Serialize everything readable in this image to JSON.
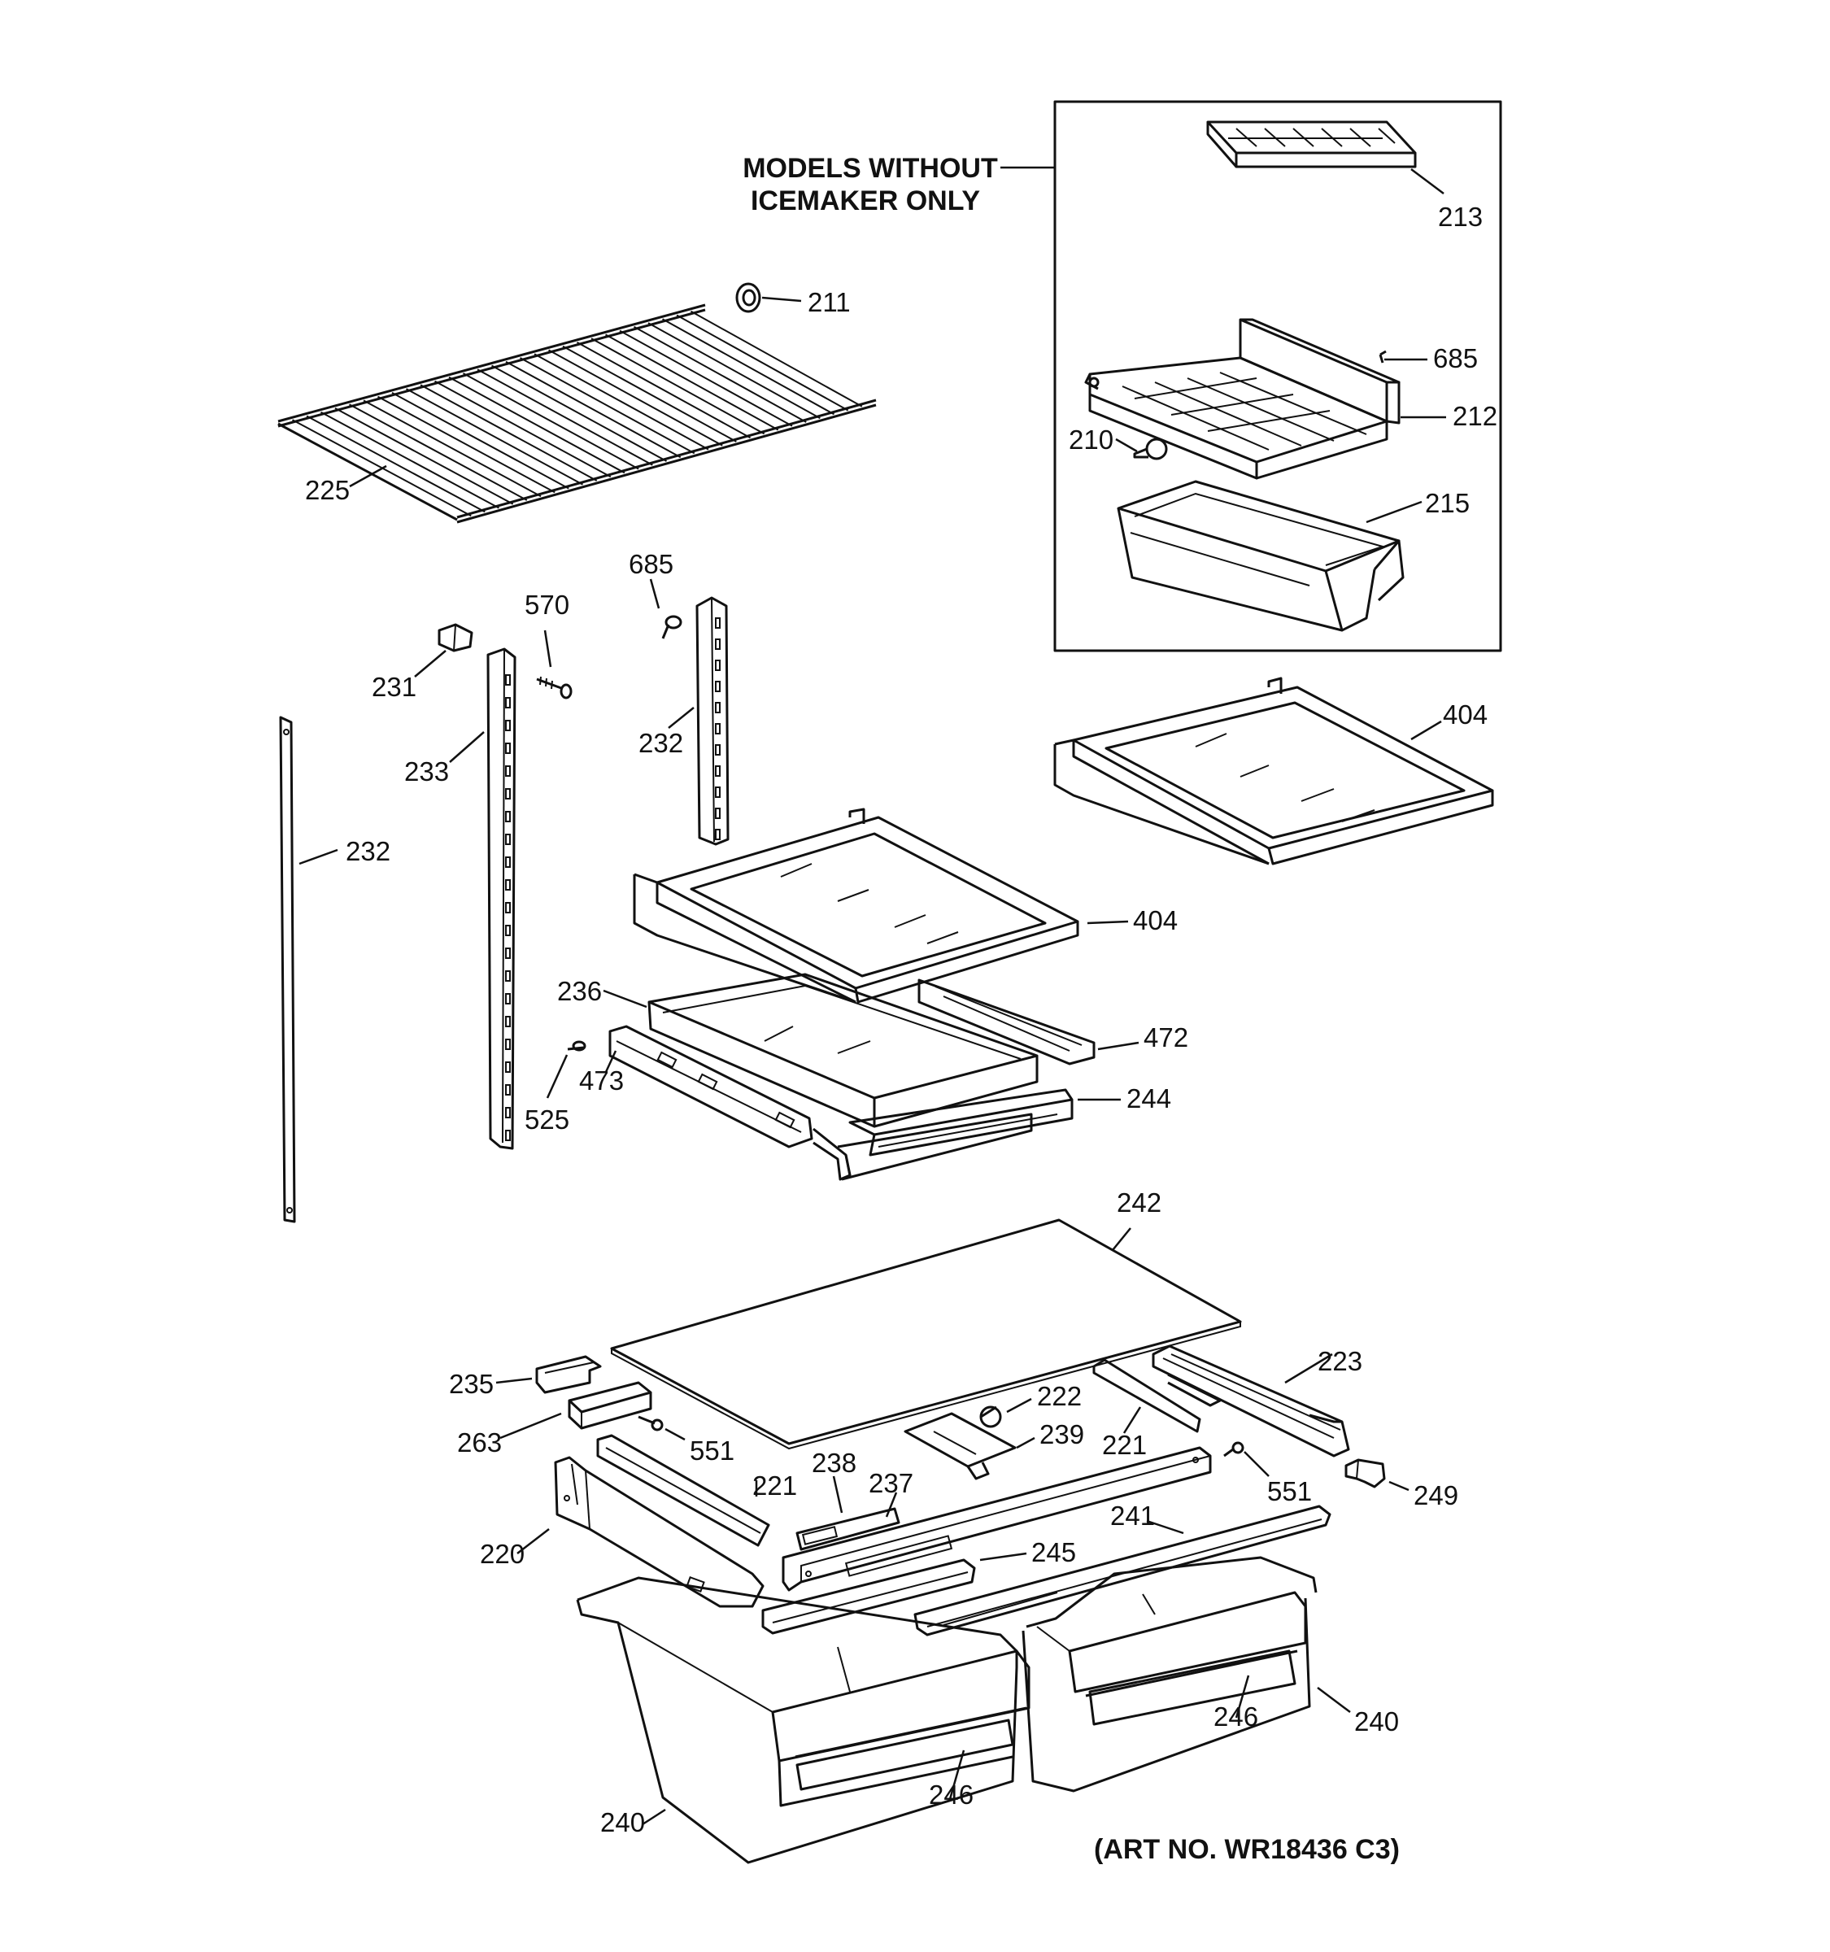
{
  "header": {
    "line1": "MODELS WITHOUT",
    "line2": "ICEMAKER ONLY"
  },
  "art_no": "(ART NO. WR18436 C3)",
  "callouts": [
    {
      "id": "211",
      "text": "211"
    },
    {
      "id": "213",
      "text": "213"
    },
    {
      "id": "685a",
      "text": "685"
    },
    {
      "id": "212",
      "text": "212"
    },
    {
      "id": "210",
      "text": "210"
    },
    {
      "id": "215",
      "text": "215"
    },
    {
      "id": "225",
      "text": "225"
    },
    {
      "id": "685b",
      "text": "685"
    },
    {
      "id": "570",
      "text": "570"
    },
    {
      "id": "231",
      "text": "231"
    },
    {
      "id": "232a",
      "text": "232"
    },
    {
      "id": "233",
      "text": "233"
    },
    {
      "id": "232b",
      "text": "232"
    },
    {
      "id": "404a",
      "text": "404"
    },
    {
      "id": "404b",
      "text": "404"
    },
    {
      "id": "236",
      "text": "236"
    },
    {
      "id": "472",
      "text": "472"
    },
    {
      "id": "473",
      "text": "473"
    },
    {
      "id": "525",
      "text": "525"
    },
    {
      "id": "244",
      "text": "244"
    },
    {
      "id": "242",
      "text": "242"
    },
    {
      "id": "235",
      "text": "235"
    },
    {
      "id": "223",
      "text": "223"
    },
    {
      "id": "222",
      "text": "222"
    },
    {
      "id": "263",
      "text": "263"
    },
    {
      "id": "239",
      "text": "239"
    },
    {
      "id": "221a",
      "text": "221"
    },
    {
      "id": "551a",
      "text": "551"
    },
    {
      "id": "238",
      "text": "238"
    },
    {
      "id": "221b",
      "text": "221"
    },
    {
      "id": "237",
      "text": "237"
    },
    {
      "id": "551b",
      "text": "551"
    },
    {
      "id": "249",
      "text": "249"
    },
    {
      "id": "241",
      "text": "241"
    },
    {
      "id": "220",
      "text": "220"
    },
    {
      "id": "245",
      "text": "245"
    },
    {
      "id": "246a",
      "text": "246"
    },
    {
      "id": "240a",
      "text": "240"
    },
    {
      "id": "246b",
      "text": "246"
    },
    {
      "id": "240b",
      "text": "240"
    }
  ]
}
